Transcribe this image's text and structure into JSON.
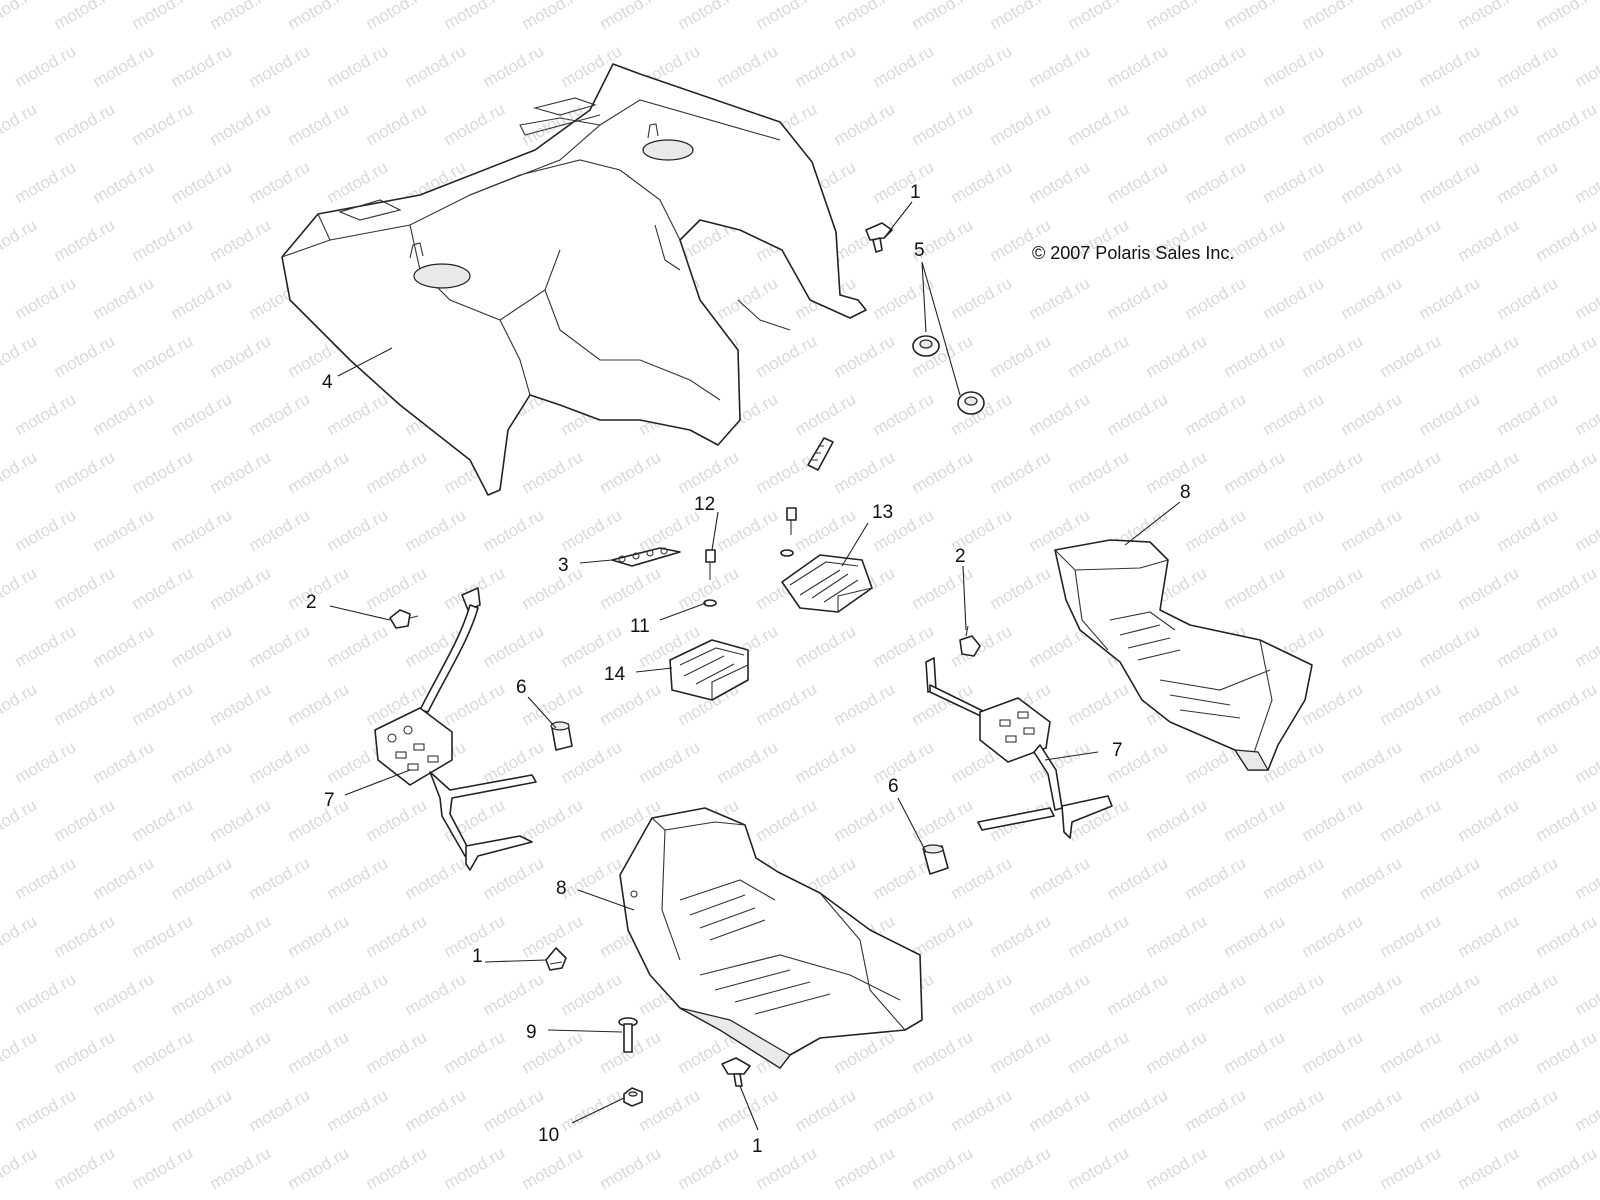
{
  "watermark": {
    "text": "motod.ru",
    "color": "#d9d9d9"
  },
  "copyright": "© 2007 Polaris Sales Inc.",
  "callouts": [
    {
      "id": "c1a",
      "label": "1"
    },
    {
      "id": "c1b",
      "label": "1"
    },
    {
      "id": "c1c",
      "label": "1"
    },
    {
      "id": "c2a",
      "label": "2"
    },
    {
      "id": "c2b",
      "label": "2"
    },
    {
      "id": "c3",
      "label": "3"
    },
    {
      "id": "c4",
      "label": "4"
    },
    {
      "id": "c5",
      "label": "5"
    },
    {
      "id": "c6a",
      "label": "6"
    },
    {
      "id": "c6b",
      "label": "6"
    },
    {
      "id": "c7a",
      "label": "7"
    },
    {
      "id": "c7b",
      "label": "7"
    },
    {
      "id": "c8a",
      "label": "8"
    },
    {
      "id": "c8b",
      "label": "8"
    },
    {
      "id": "c9",
      "label": "9"
    },
    {
      "id": "c10",
      "label": "10"
    },
    {
      "id": "c11",
      "label": "11"
    },
    {
      "id": "c12",
      "label": "12"
    },
    {
      "id": "c13",
      "label": "13"
    },
    {
      "id": "c14",
      "label": "14"
    }
  ]
}
